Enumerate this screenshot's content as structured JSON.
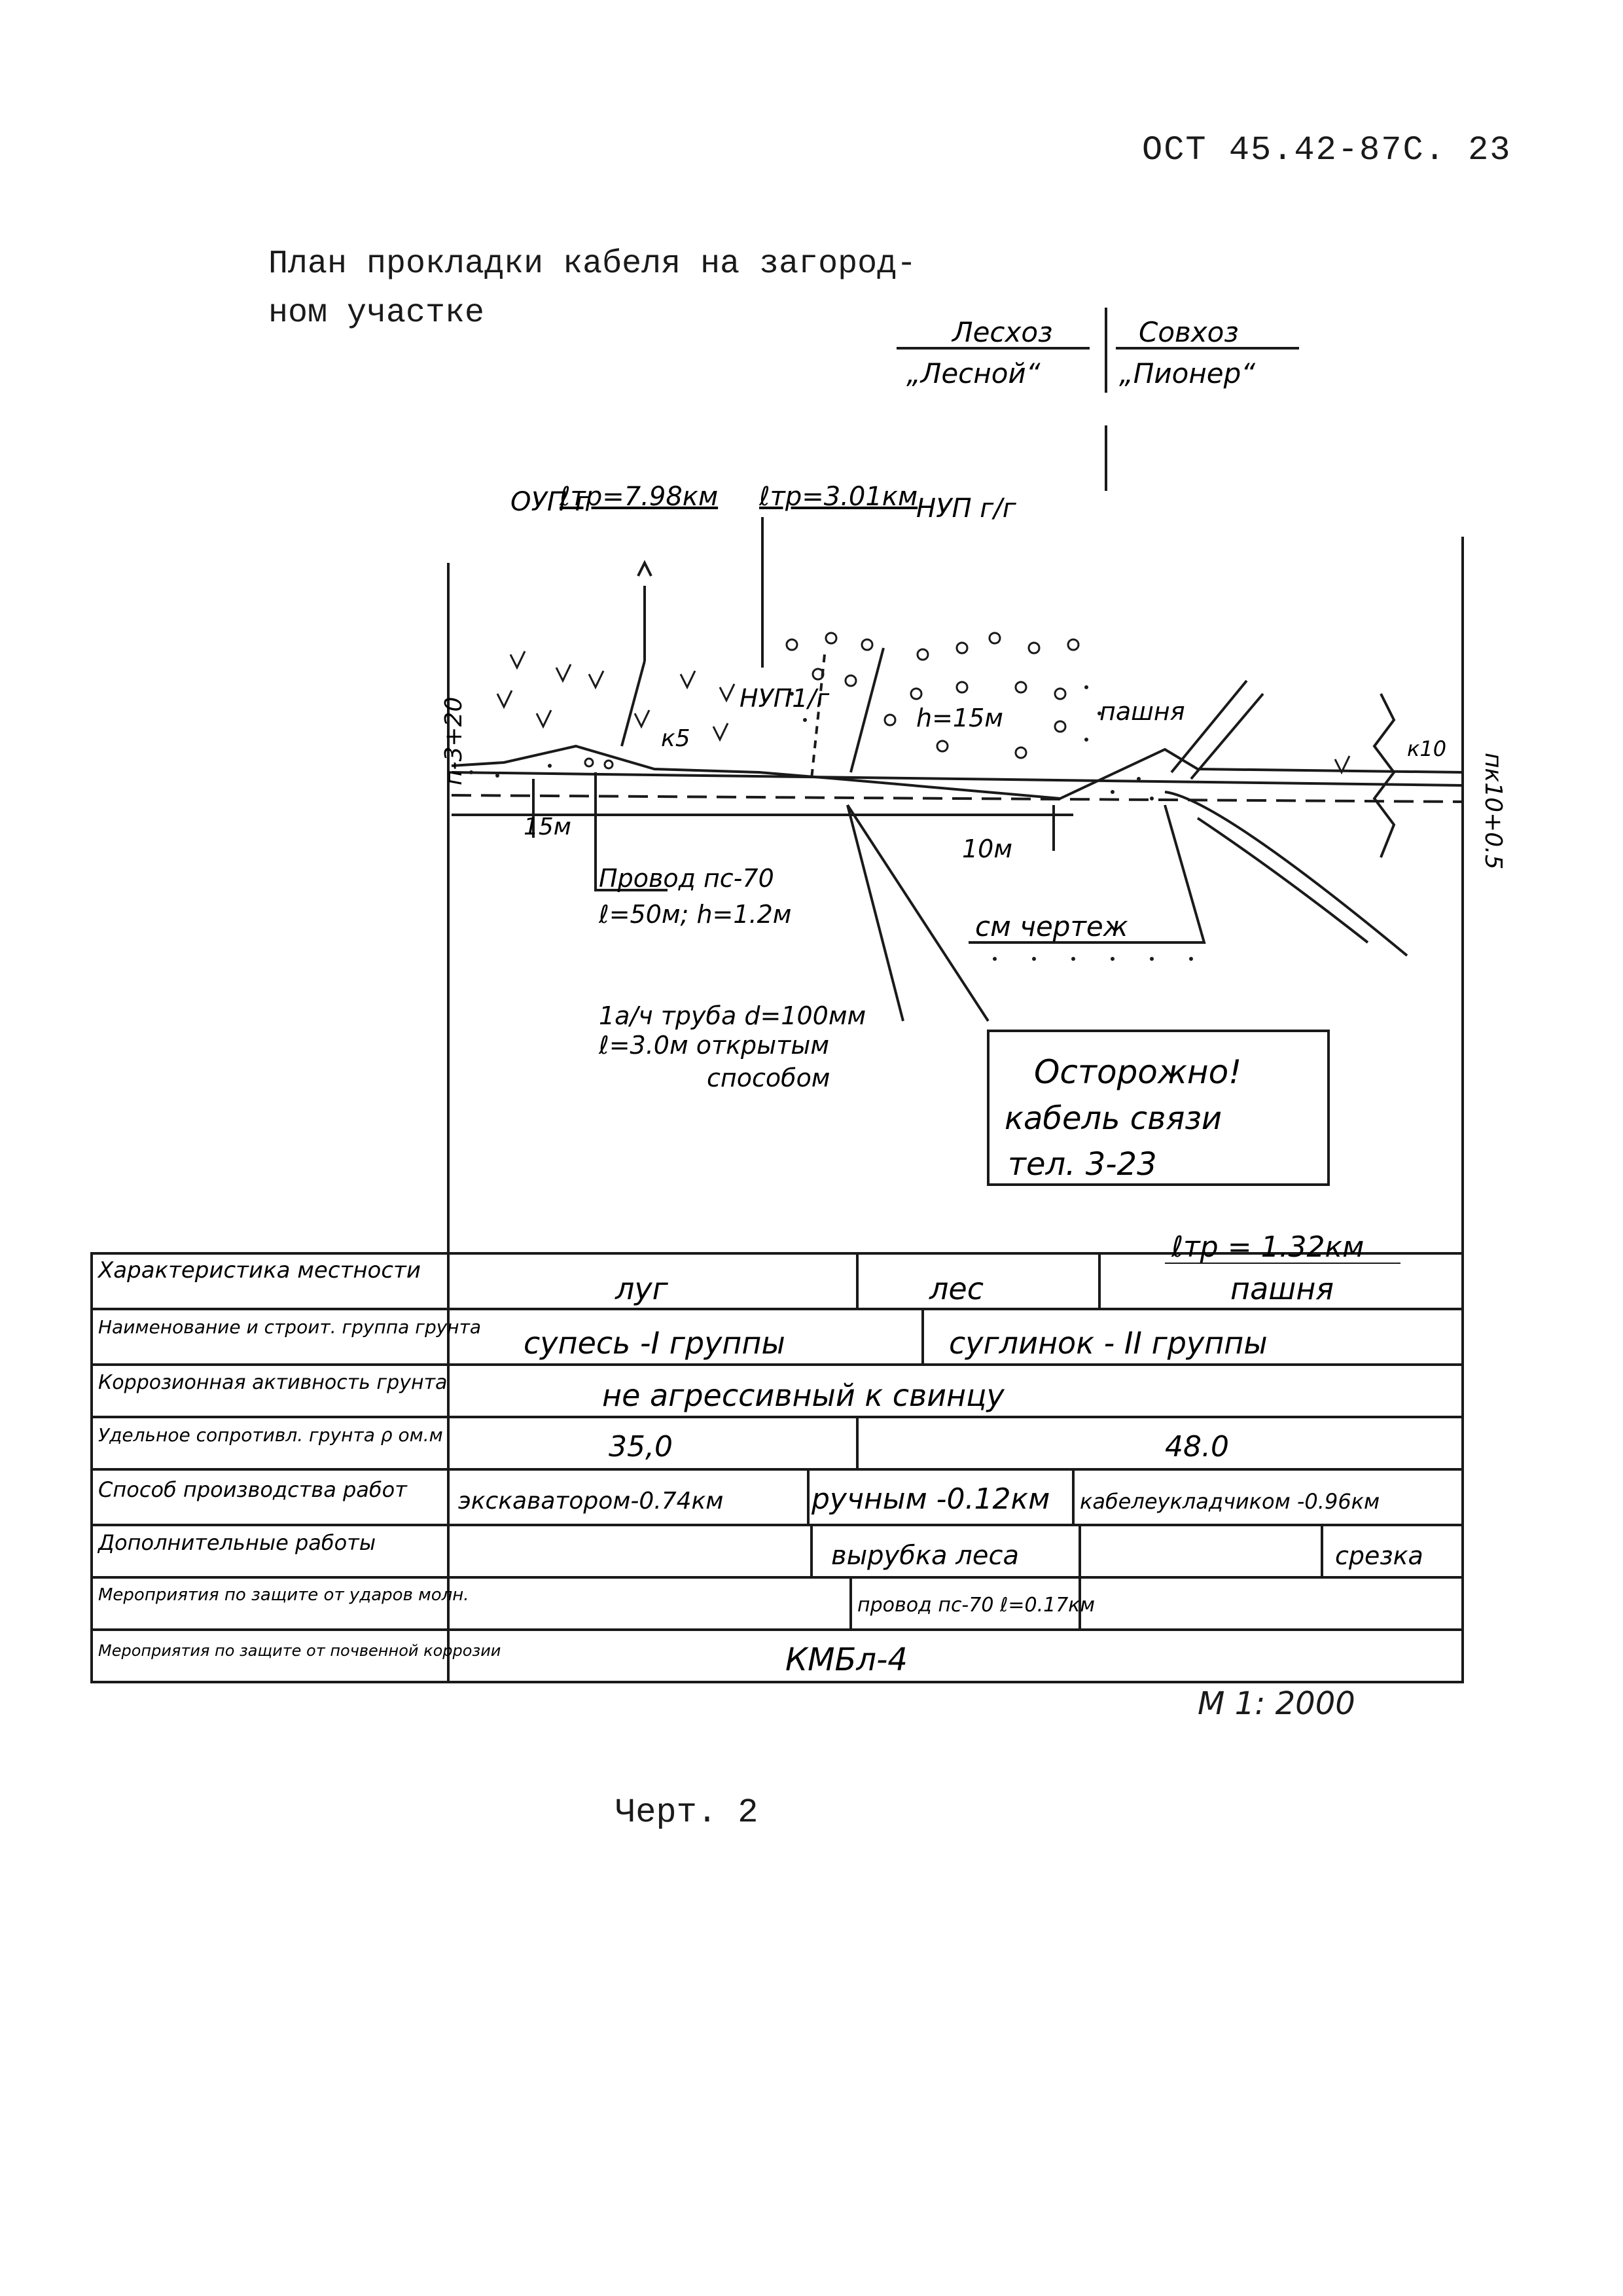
{
  "header": {
    "doc_ref": "ОСТ 45.42-87С. 23"
  },
  "title": {
    "line1": "План прокладки кабеля на загород-",
    "line2": "ном участке"
  },
  "owners": {
    "left_line1": "Лесхоз",
    "left_line2": "„Лесной“",
    "right_line1": "Совхоз",
    "right_line2": "„Пионер“"
  },
  "plan_labels": {
    "oup": "ОУП г",
    "ltr_left": "ℓтр=7.98км",
    "ltr_right": "ℓтр=3.01км",
    "nup_top": "НУП г/г",
    "nup_mid": "НУП1/г",
    "pk_left": "п-3+20",
    "pk_right": "пк10+0.5",
    "k5": "к5",
    "h15": "h=15м",
    "pashnya": "пашня",
    "k10": "к10",
    "d15": "15м",
    "d10": "10м",
    "wire1": "Провод пс-70",
    "wire2": "ℓ=50м; h=1.2м",
    "see_drawing": "см чертеж",
    "pipe1": "1а/ч труба d=100мм",
    "pipe2": "ℓ=3.0м открытым",
    "pipe3": "способом",
    "warn1": "Осторожно!",
    "warn2": "кабель связи",
    "warn3": "тел. 3-23",
    "ltr_total": "ℓтр = 1.32км"
  },
  "table": {
    "rows": [
      {
        "header": "Характеристика местности",
        "cells": [
          "луг",
          "лес",
          "пашня"
        ]
      },
      {
        "header": "Наименование и строит. группа грунта",
        "cells": [
          "супесь -I группы",
          "суглинок - II группы"
        ]
      },
      {
        "header": "Коррозионная активность грунта",
        "cells": [
          "не агрессивный к свинцу"
        ]
      },
      {
        "header": "Удельное сопротивл. грунта ρ ом.м",
        "cells": [
          "35,0",
          "48.0"
        ]
      },
      {
        "header": "Способ производства работ",
        "cells": [
          "экскаватором-0.74км",
          "ручным -0.12км",
          "кабелеукладчиком -0.96км"
        ]
      },
      {
        "header": "Дополнительные работы",
        "cells": [
          "",
          "вырубка леса",
          "",
          "срезка"
        ]
      },
      {
        "header": "Мероприятия по защите от ударов молн.",
        "cells": [
          "",
          "провод пс-70 ℓ=0.17км",
          ""
        ]
      },
      {
        "header": "Мероприятия по защите от почвенной коррозии",
        "cells": [
          "КМБл-4"
        ]
      }
    ]
  },
  "scale": "М 1: 2000",
  "caption": "Черт. 2"
}
